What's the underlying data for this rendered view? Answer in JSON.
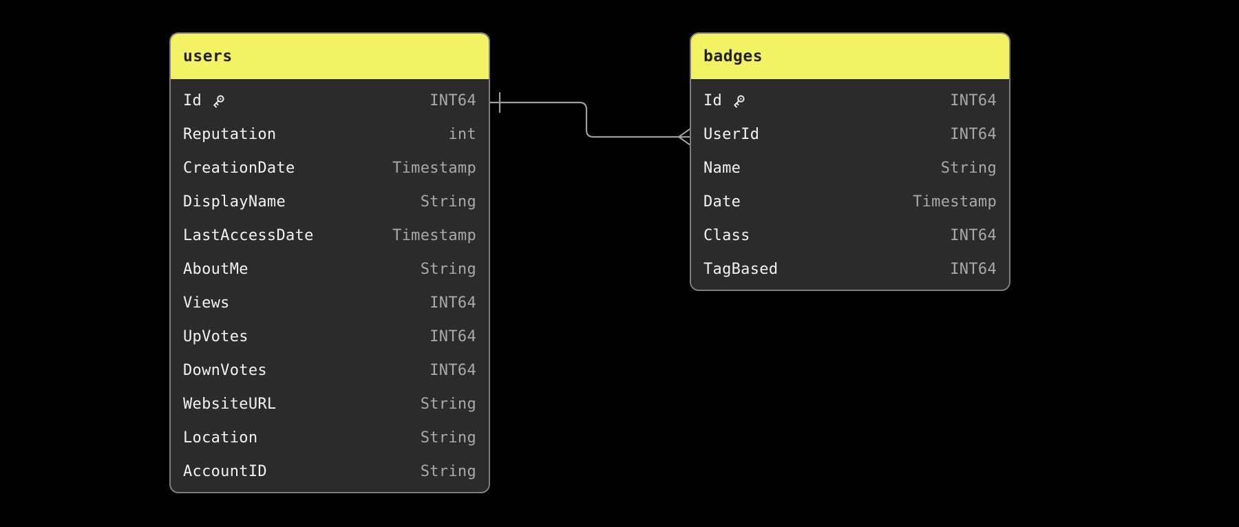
{
  "diagram": {
    "type": "er-diagram",
    "colors": {
      "background": "#000000",
      "header": "#f3f264",
      "header_text": "#222222",
      "table_body": "#2b2b2b",
      "table_border": "#7d7d7d",
      "relation_line": "#9e9e9e",
      "field_text": "#f2f2f2",
      "type_text": "#a9a9a9"
    },
    "tables": [
      {
        "title": "users",
        "fields": [
          {
            "name": "Id",
            "type": "INT64",
            "primary_key": true
          },
          {
            "name": "Reputation",
            "type": "int"
          },
          {
            "name": "CreationDate",
            "type": "Timestamp"
          },
          {
            "name": "DisplayName",
            "type": "String"
          },
          {
            "name": "LastAccessDate",
            "type": "Timestamp"
          },
          {
            "name": "AboutMe",
            "type": "String"
          },
          {
            "name": "Views",
            "type": "INT64"
          },
          {
            "name": "UpVotes",
            "type": "INT64"
          },
          {
            "name": "DownVotes",
            "type": "INT64"
          },
          {
            "name": "WebsiteURL",
            "type": "String"
          },
          {
            "name": "Location",
            "type": "String"
          },
          {
            "name": "AccountID",
            "type": "String"
          }
        ]
      },
      {
        "title": "badges",
        "fields": [
          {
            "name": "Id",
            "type": "INT64",
            "primary_key": true
          },
          {
            "name": "UserId",
            "type": "INT64"
          },
          {
            "name": "Name",
            "type": "String"
          },
          {
            "name": "Date",
            "type": "Timestamp"
          },
          {
            "name": "Class",
            "type": "INT64"
          },
          {
            "name": "TagBased",
            "type": "INT64"
          }
        ]
      }
    ],
    "relationships": [
      {
        "from_table": "users",
        "from_field": "Id",
        "to_table": "badges",
        "to_field": "UserId",
        "from_cardinality": "one",
        "to_cardinality": "many"
      }
    ]
  }
}
